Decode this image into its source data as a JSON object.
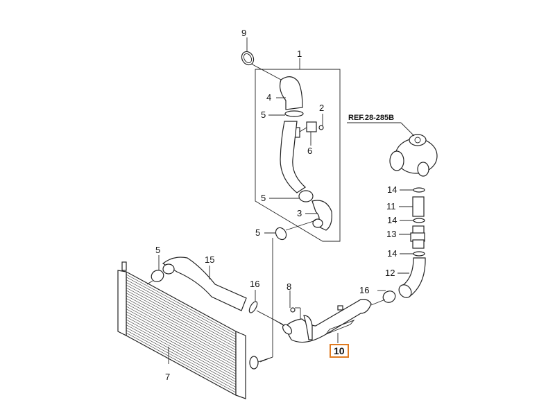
{
  "diagram": {
    "type": "exploded-parts-diagram",
    "subject": "intercooler / turbo charge air hose assembly",
    "reference_label": "REF.28-285B",
    "highlight_color": "#e07a1f",
    "highlighted_part": "10",
    "callouts": [
      {
        "id": "c9",
        "text": "9",
        "part": "hose clamp"
      },
      {
        "id": "c1",
        "text": "1",
        "part": "hose assembly"
      },
      {
        "id": "c4",
        "text": "4",
        "part": "upper elbow hose"
      },
      {
        "id": "c5a",
        "text": "5",
        "part": "clamp"
      },
      {
        "id": "c2",
        "text": "2",
        "part": "bolt"
      },
      {
        "id": "c6",
        "text": "6",
        "part": "bracket"
      },
      {
        "id": "c5b",
        "text": "5",
        "part": "clamp"
      },
      {
        "id": "c3",
        "text": "3",
        "part": "lower elbow hose"
      },
      {
        "id": "c5c",
        "text": "5",
        "part": "clamp"
      },
      {
        "id": "c5d",
        "text": "5",
        "part": "clamp"
      },
      {
        "id": "c15",
        "text": "15",
        "part": "intercooler inlet hose"
      },
      {
        "id": "c16a",
        "text": "16",
        "part": "clamp"
      },
      {
        "id": "c8",
        "text": "8",
        "part": "bolt"
      },
      {
        "id": "c7",
        "text": "7",
        "part": "intercooler"
      },
      {
        "id": "c10",
        "text": "10",
        "part": "outlet pipe"
      },
      {
        "id": "c16b",
        "text": "16",
        "part": "clamp"
      },
      {
        "id": "c12",
        "text": "12",
        "part": "turbo elbow hose"
      },
      {
        "id": "c14a",
        "text": "14",
        "part": "clamp"
      },
      {
        "id": "c13",
        "text": "13",
        "part": "coupling"
      },
      {
        "id": "c14b",
        "text": "14",
        "part": "clamp"
      },
      {
        "id": "c11",
        "text": "11",
        "part": "turbo outlet hose"
      },
      {
        "id": "c14c",
        "text": "14",
        "part": "clamp"
      }
    ]
  }
}
